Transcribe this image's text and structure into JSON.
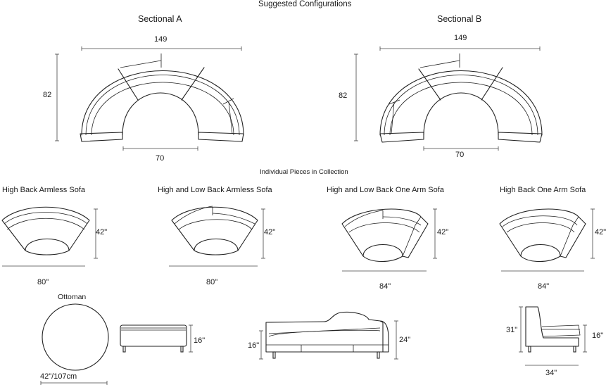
{
  "heading": "Suggested Configurations",
  "sectional_a": {
    "title": "Sectional A",
    "width": "149",
    "depth": "82",
    "inner": "70"
  },
  "sectional_b": {
    "title": "Sectional B",
    "width": "149",
    "depth": "82",
    "inner": "70"
  },
  "pieces_heading": "Individual Pieces in Collection",
  "pieces": [
    {
      "name": "High Back Armless Sofa",
      "height": "42\"",
      "width": "80\""
    },
    {
      "name": "High and Low Back Armless Sofa",
      "height": "42\"",
      "width": "80\""
    },
    {
      "name": "High and Low Back One Arm Sofa",
      "height": "42\"",
      "width": "84\""
    },
    {
      "name": "High Back One Arm Sofa",
      "height": "42\"",
      "width": "84\""
    }
  ],
  "ottoman": {
    "title": "Ottoman",
    "diameter": "42\"/107cm",
    "height": "16\""
  },
  "side_views": {
    "sofa_seat": "16\"",
    "sofa_back": "24\"",
    "chair_back": "31\"",
    "chair_seat": "16\"",
    "chair_depth": "34\""
  }
}
